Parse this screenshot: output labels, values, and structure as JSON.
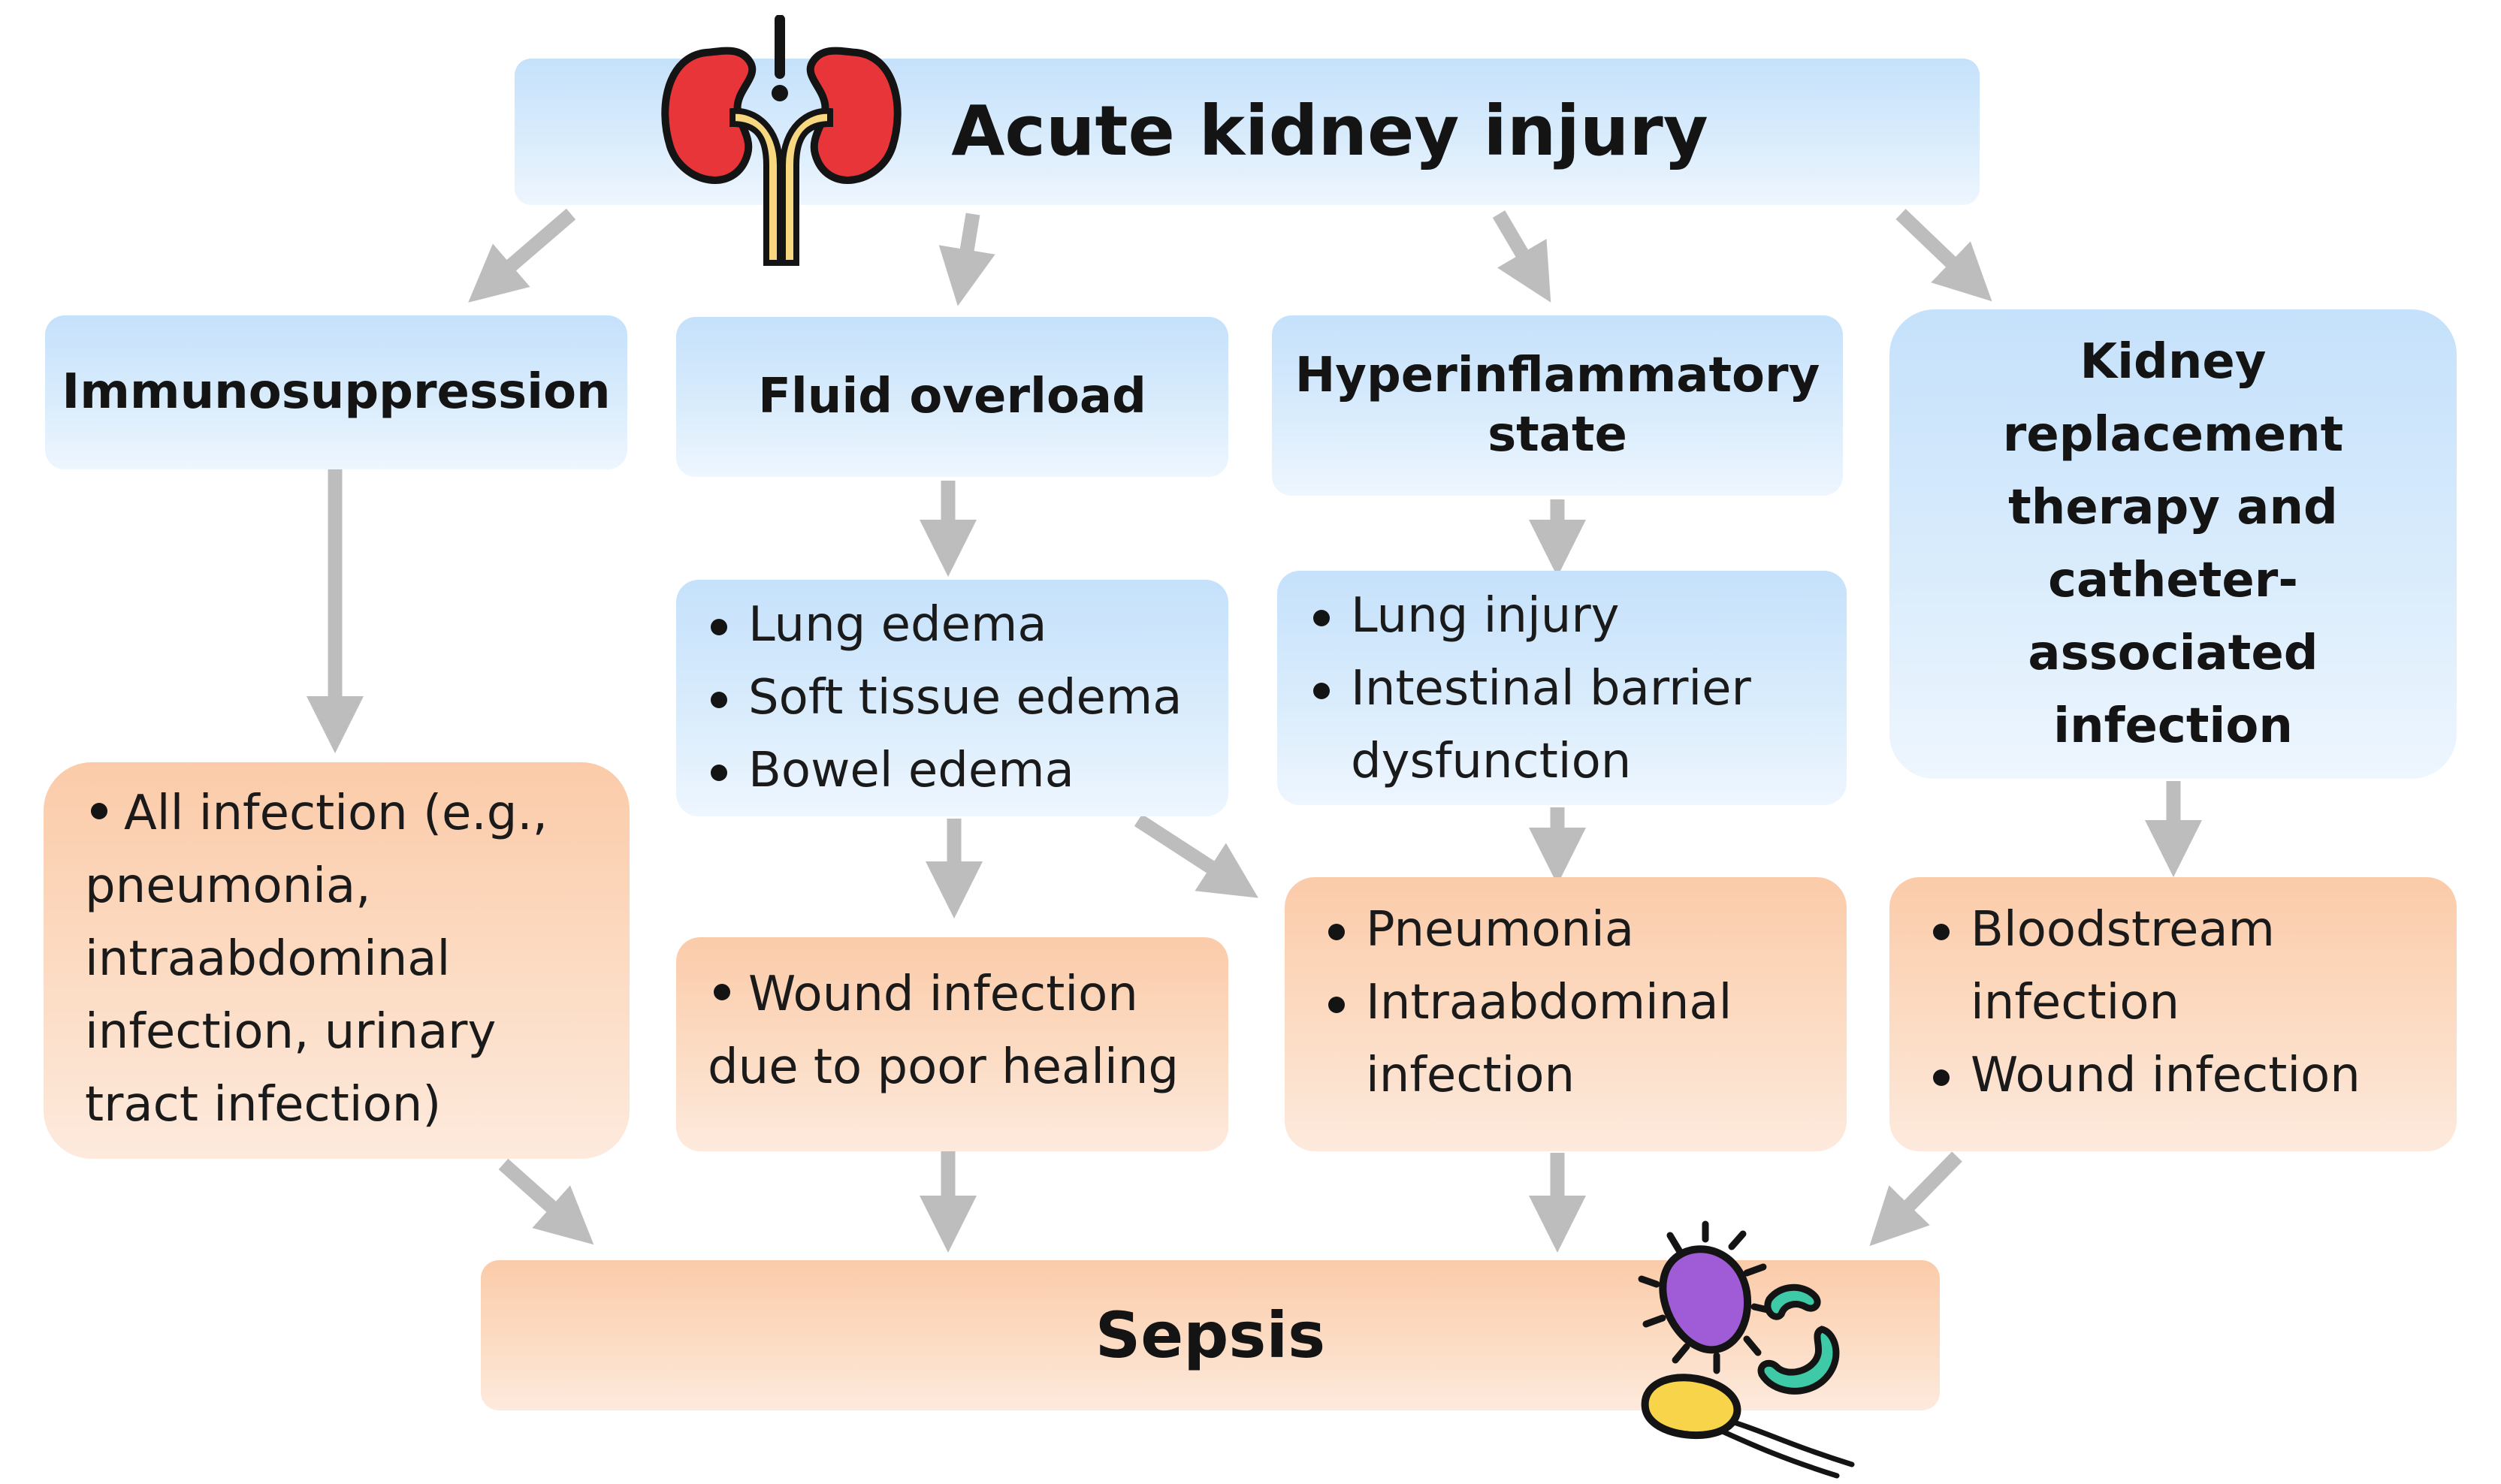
{
  "top": {
    "title": "Acute kidney injury"
  },
  "mechanisms": [
    {
      "title": "Immunosuppression"
    },
    {
      "title": "Fluid overload"
    },
    {
      "title": "Hyperinflammatory state"
    },
    {
      "title": "Kidney replacement therapy and catheter-associated infection"
    }
  ],
  "effects": {
    "fluid": [
      "Lung edema",
      "Soft tissue edema",
      "Bowel edema"
    ],
    "inflammatory": [
      "Lung injury",
      "Intestinal barrier dysfunction"
    ]
  },
  "infections": {
    "immuno": "All infection (e.g., pneumonia, intraabdominal infection, urinary tract infection)",
    "fluid": "Wound infection due to poor healing",
    "inflammatory": [
      "Pneumonia",
      "Intraabdominal infection"
    ],
    "krt": [
      "Bloodstream infection",
      "Wound infection"
    ]
  },
  "bottom": {
    "title": "Sepsis"
  },
  "icons": [
    "kidney-icon",
    "bacteria-icon"
  ],
  "colors": {
    "blue_box": "#cfe6fb",
    "orange_box": "#fcd6bb",
    "arrow": "#bdbdbd"
  }
}
